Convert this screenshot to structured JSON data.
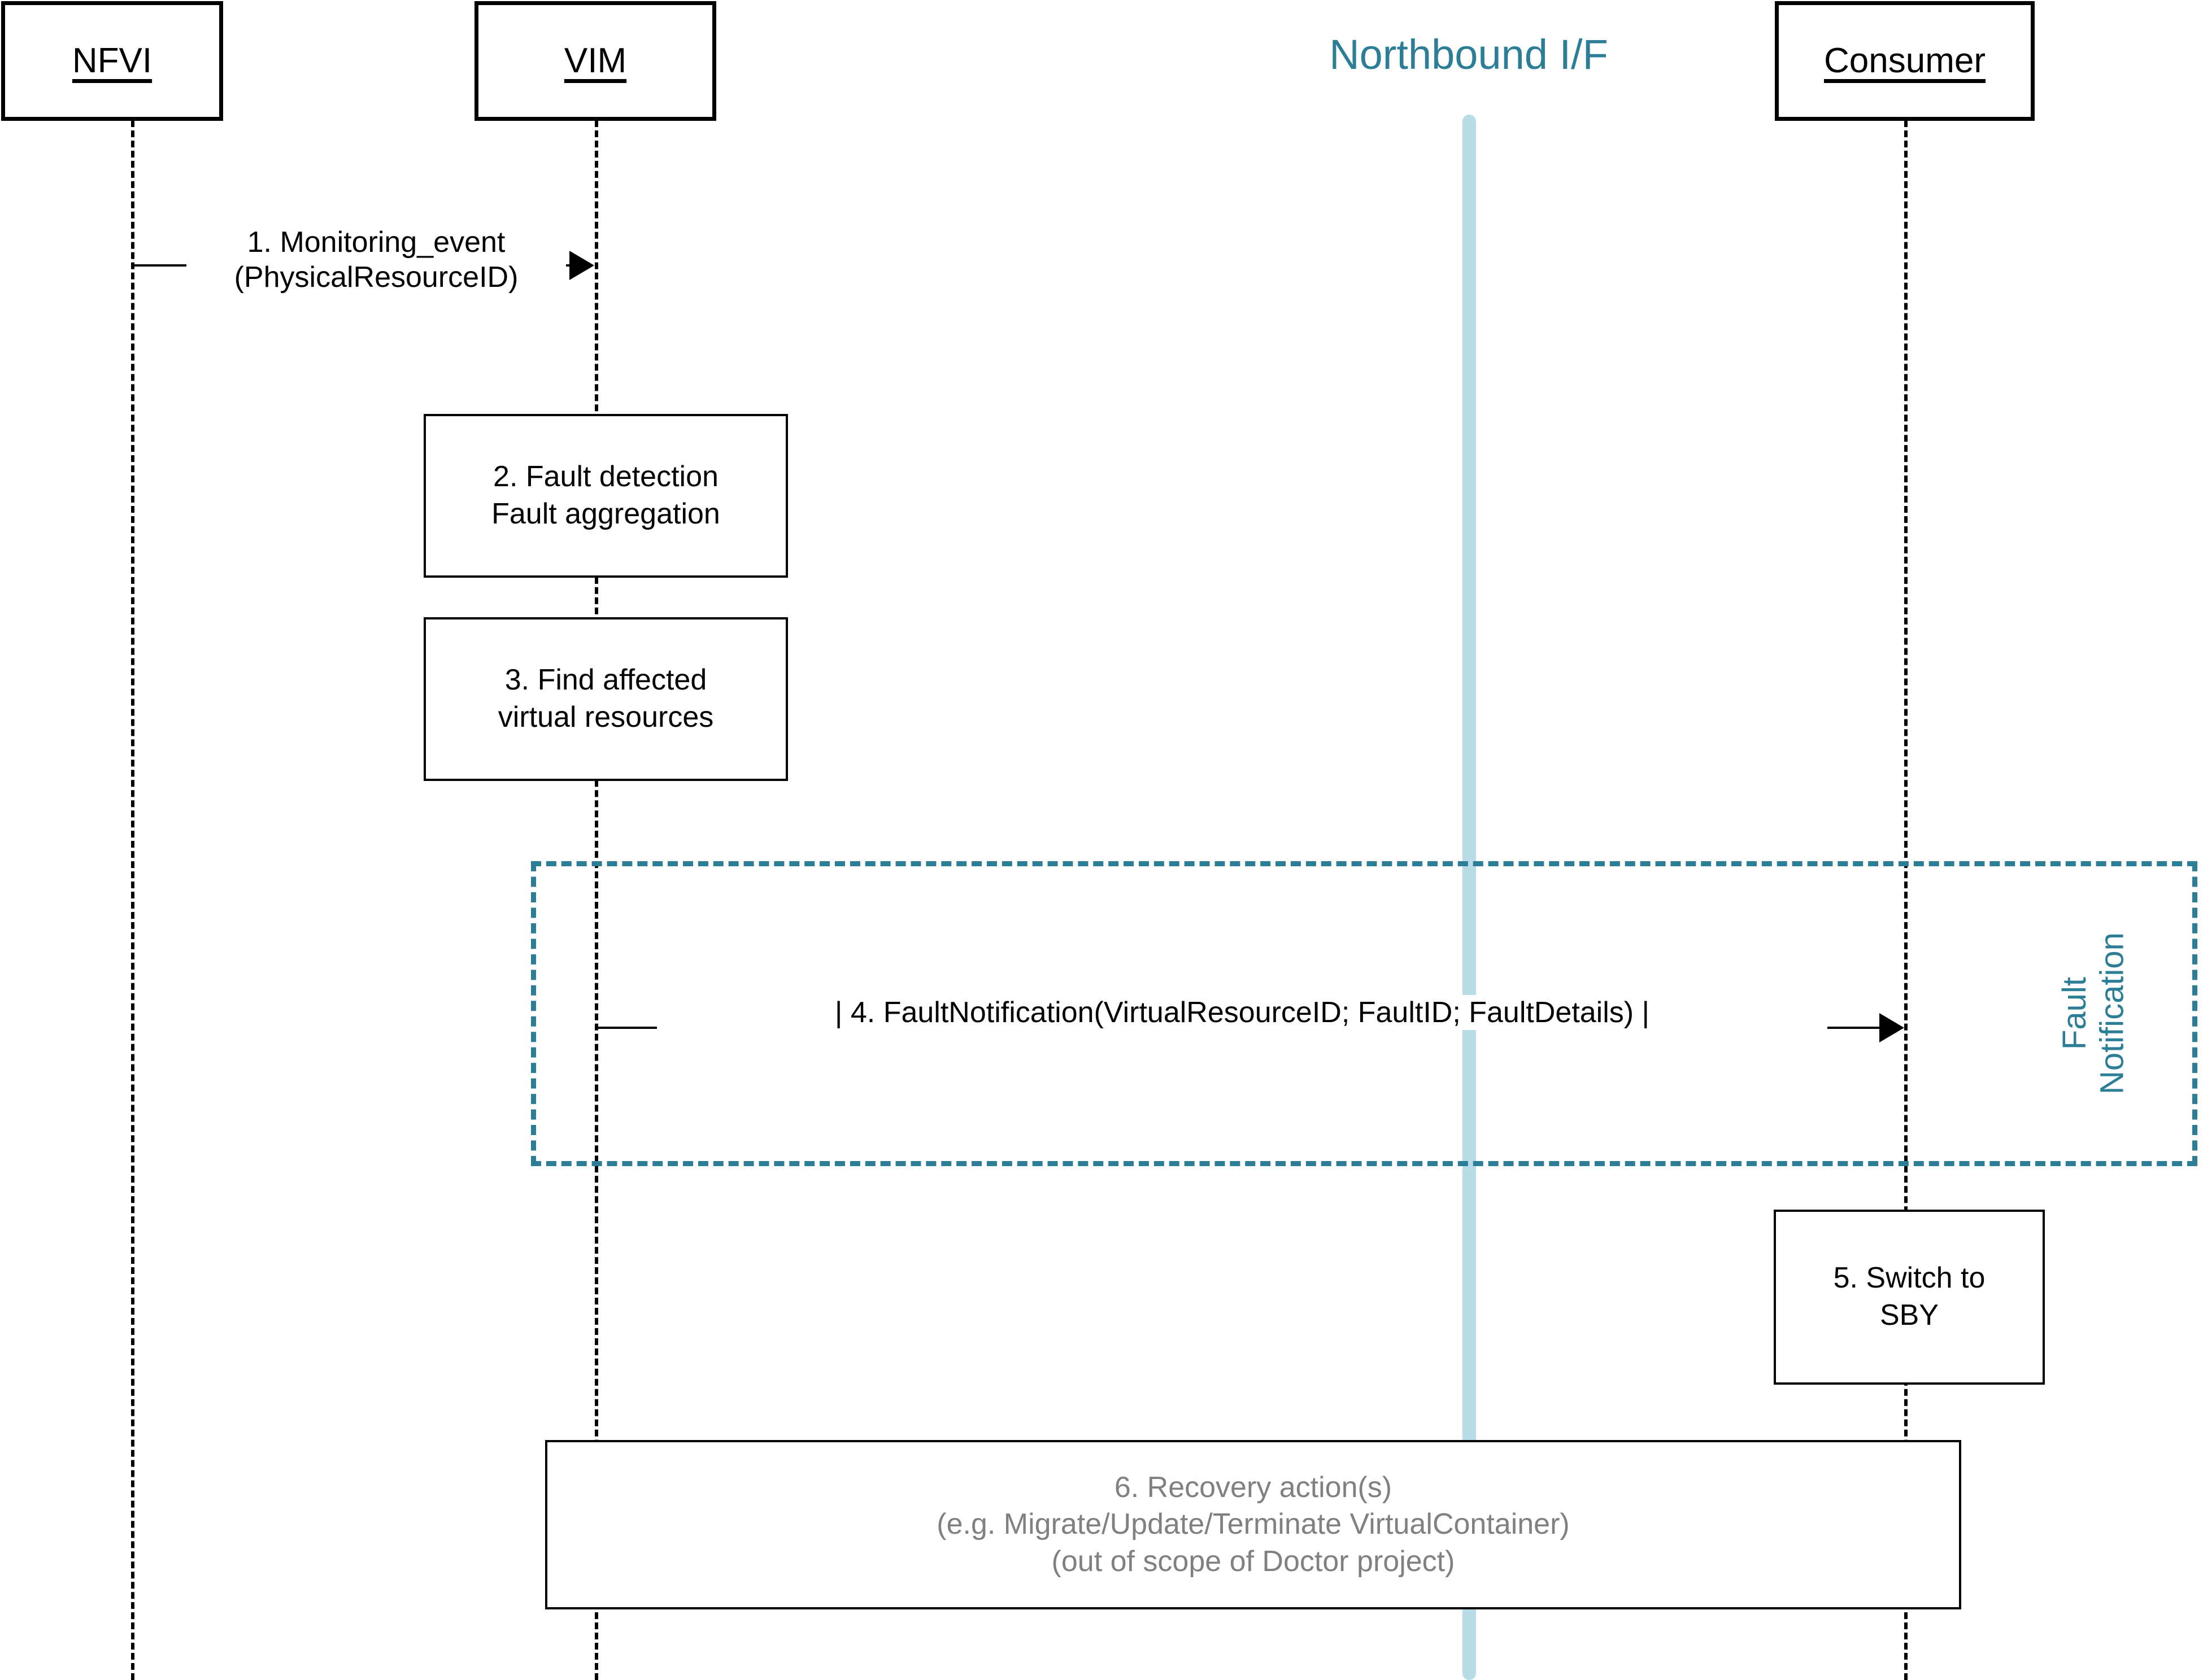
{
  "diagram": {
    "title": "Fault management sequence diagram",
    "colors": {
      "accent_teal": "#2b7e96",
      "northbound_lifeline": "#b8dce8",
      "muted_text": "#808080",
      "line": "#000000"
    }
  },
  "lifelines": [
    {
      "id": "nfvi",
      "label": "NFVI"
    },
    {
      "id": "vim",
      "label": "VIM"
    },
    {
      "id": "northbound",
      "label": "Northbound I/F"
    },
    {
      "id": "consumer",
      "label": "Consumer"
    }
  ],
  "messages": [
    {
      "id": "msg1",
      "number": "1.",
      "line1": "1. Monitoring_event",
      "line2": "(PhysicalResourceID)",
      "from": "nfvi",
      "to": "vim"
    },
    {
      "id": "msg4",
      "number": "4.",
      "line1": "| 4. FaultNotification(VirtualResourceID; FaultID; FaultDetails) |",
      "from": "vim",
      "to": "consumer"
    }
  ],
  "activities": [
    {
      "id": "step2",
      "lifeline": "vim",
      "lines": [
        "2. Fault detection",
        "Fault aggregation"
      ]
    },
    {
      "id": "step3",
      "lifeline": "vim",
      "lines": [
        "3. Find affected",
        "virtual resources"
      ]
    },
    {
      "id": "step5",
      "lifeline": "consumer",
      "lines": [
        "5. Switch to",
        "SBY"
      ]
    },
    {
      "id": "step6",
      "lifeline": "span",
      "muted": true,
      "lines": [
        "6. Recovery action(s)",
        "(e.g. Migrate/Update/Terminate VirtualContainer)",
        "(out of scope of Doctor project)"
      ]
    }
  ],
  "fragment": {
    "id": "fault-notification-fragment",
    "label": "Fault\nNotification"
  }
}
